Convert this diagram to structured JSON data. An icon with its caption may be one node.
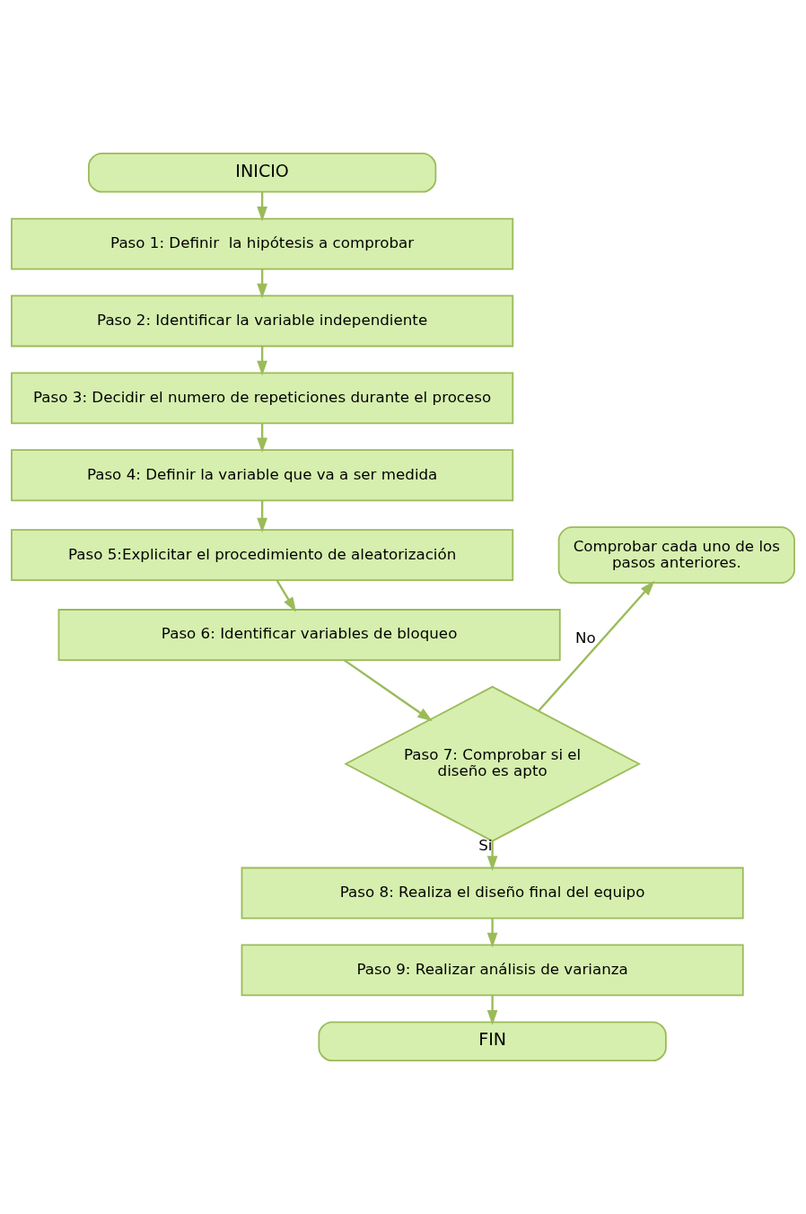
{
  "diagram": {
    "nodes": [
      {
        "text": [
          "INICIO"
        ]
      },
      {
        "text": [
          "Paso 1: Definir  la hipótesis a comprobar"
        ]
      },
      {
        "text": [
          "Paso 2: Identificar la variable independiente"
        ]
      },
      {
        "text": [
          "Paso 3: Decidir el numero de repeticiones durante el proceso"
        ]
      },
      {
        "text": [
          "Paso 4: Definir la variable que va a ser medida"
        ]
      },
      {
        "text": [
          "Paso 5:Explicitar el procedimiento de aleatorización"
        ]
      },
      {
        "text": [
          "Paso 6: Identificar variables de bloqueo"
        ]
      },
      {
        "text": [
          "Paso 7: Comprobar si el diseño es apto"
        ]
      },
      {
        "text": [
          "Comprobar cada uno de los pasos anteriores."
        ]
      },
      {
        "text": [
          "Paso 8: Realiza el diseño final del equipo"
        ]
      },
      {
        "text": [
          "Paso 9: Realizar análisis de varianza"
        ]
      },
      {
        "text": [
          "FIN"
        ]
      }
    ],
    "edges": [
      {
        "from": 0,
        "to": 1,
        "arrow": "to"
      },
      {
        "from": 1,
        "to": 2,
        "arrow": "to"
      },
      {
        "from": 2,
        "to": 3,
        "arrow": "to"
      },
      {
        "from": 3,
        "to": 4,
        "arrow": "to"
      },
      {
        "from": 4,
        "to": 5,
        "arrow": "to"
      },
      {
        "from": 5,
        "to": 6,
        "arrow": "to"
      },
      {
        "from": 6,
        "to": 7,
        "arrow": "to"
      },
      {
        "from": 7,
        "to": 8,
        "label": "No",
        "arrow": "to"
      },
      {
        "from": 7,
        "to": 9,
        "label": "Si",
        "arrow": "to"
      },
      {
        "from": 9,
        "to": 10,
        "arrow": "to"
      },
      {
        "from": 10,
        "to": 11,
        "arrow": "to"
      }
    ]
  }
}
